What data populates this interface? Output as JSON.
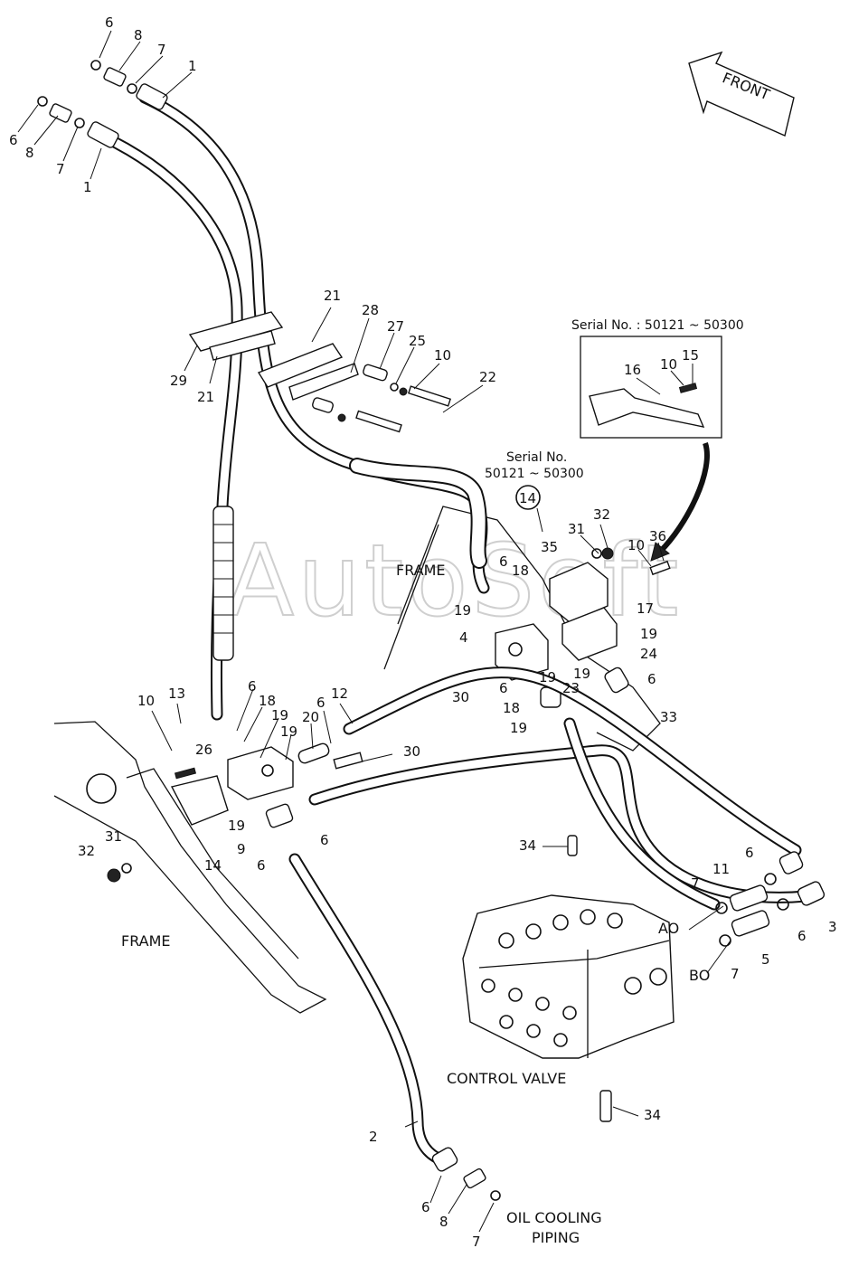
{
  "labels": {
    "front": "FRONT",
    "frame_top": "FRAME",
    "frame_left": "FRAME",
    "control_valve": "CONTROL VALVE",
    "oil_cooling_line1": "OIL COOLING",
    "oil_cooling_line2": "PIPING",
    "ao": "AO",
    "bo": "BO",
    "serial_inset": "Serial No. : 50121 ~ 50300",
    "serial_mid_line1": "Serial No.",
    "serial_mid_line2": "50121 ~ 50300",
    "watermark": "AutoSoft"
  },
  "callouts": [
    "6",
    "8",
    "7",
    "1",
    "6",
    "8",
    "7",
    "1",
    "21",
    "28",
    "27",
    "25",
    "10",
    "22",
    "29",
    "21",
    "16",
    "10",
    "15",
    "14",
    "35",
    "32",
    "31",
    "10",
    "36",
    "6",
    "18",
    "17",
    "19",
    "4",
    "19",
    "24",
    "19",
    "6",
    "30",
    "6",
    "19",
    "23",
    "18",
    "19",
    "33",
    "10",
    "13",
    "6",
    "18",
    "19",
    "12",
    "6",
    "20",
    "19",
    "26",
    "30",
    "19",
    "9",
    "6",
    "6",
    "14",
    "31",
    "32",
    "34",
    "11",
    "6",
    "7",
    "3",
    "6",
    "5",
    "7",
    "34",
    "2",
    "6",
    "8",
    "7"
  ],
  "colors": {
    "line": "#111111",
    "watermark": "#cfcfcf",
    "background": "#ffffff"
  }
}
